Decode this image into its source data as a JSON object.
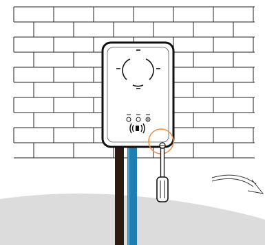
{
  "scene": {
    "wall": {
      "material": "brick",
      "mortar_color": "#ffffff",
      "line_color": "#222222"
    },
    "charger": {
      "body_color": "#ffffff",
      "frame_color": "#111111",
      "status_indicator_count": 3,
      "rfid_reader": true
    },
    "cables": [
      {
        "name": "brown-cable",
        "color": "#2b1a10"
      },
      {
        "name": "blue-cable",
        "color": "#1f7fb0"
      }
    ],
    "callout": {
      "highlight_color": "#f08a3a",
      "points_to": "mounting-screw"
    },
    "tool": "screwdriver",
    "direction_arrow": true,
    "ground_color": "#dcdcdc"
  }
}
